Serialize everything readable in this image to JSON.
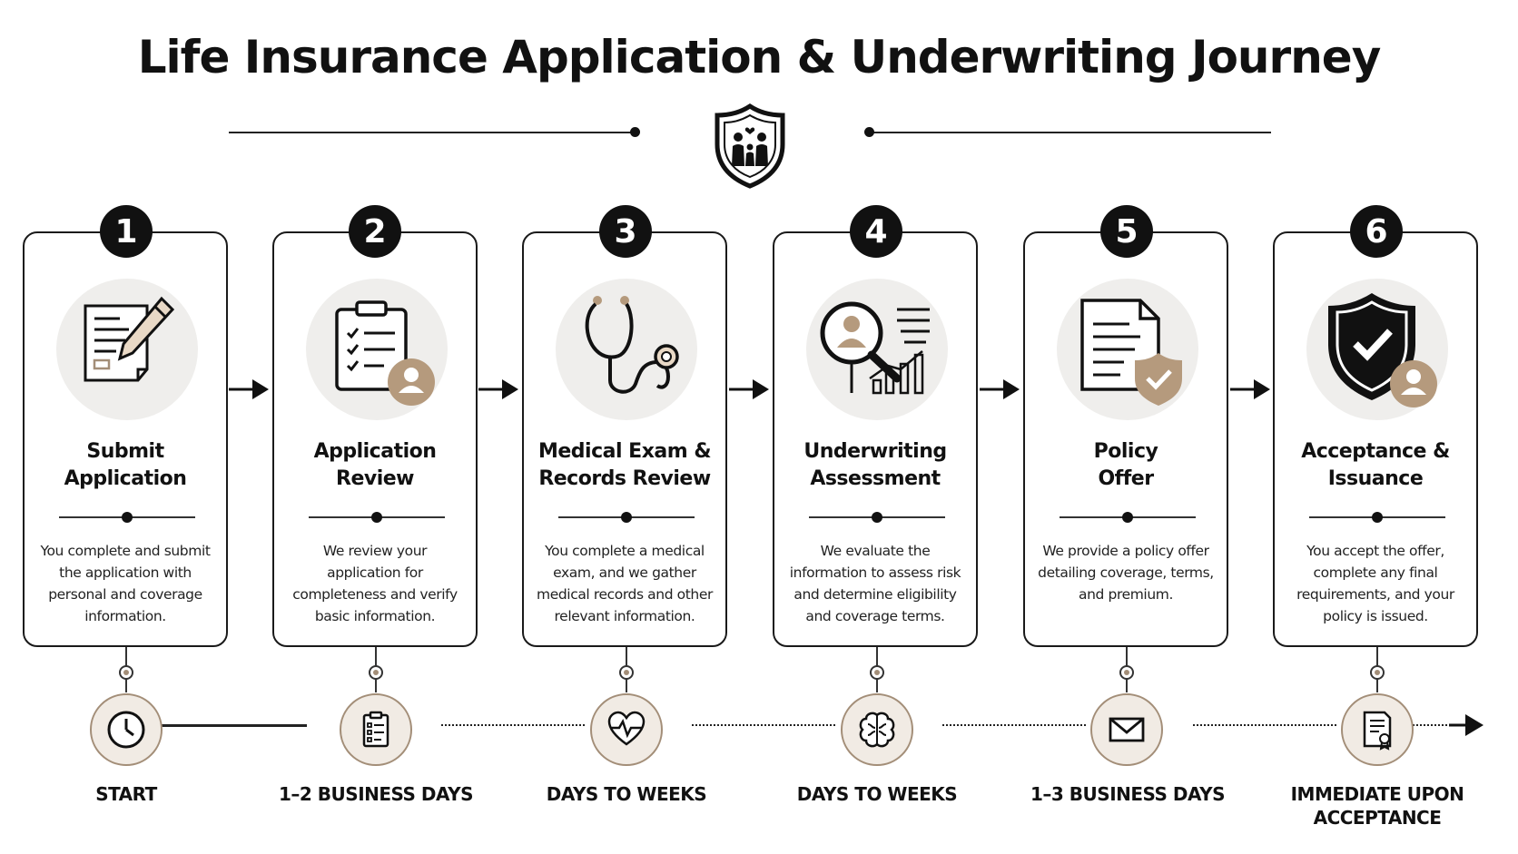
{
  "title": "Life Insurance Application & Underwriting Journey",
  "colors": {
    "ink": "#111111",
    "accent": "#a38e78",
    "icon_bg": "#efeeec",
    "timeline_bg": "#f1ebe4"
  },
  "header_icon": "family-shield-icon",
  "steps": [
    {
      "number": "1",
      "title_line1": "Submit",
      "title_line2": "Application",
      "description": "You complete and submit the application with personal and coverage information.",
      "icon": "application-form-pen-icon",
      "timeline_icon": "clock-icon",
      "timeline_label": "START"
    },
    {
      "number": "2",
      "title_line1": "Application",
      "title_line2": "Review",
      "description": "We review your application for completeness and verify basic information.",
      "icon": "clipboard-checklist-user-icon",
      "timeline_icon": "clipboard-icon",
      "timeline_label": "1–2 BUSINESS DAYS"
    },
    {
      "number": "3",
      "title_line1": "Medical Exam &",
      "title_line2": "Records Review",
      "description": "You complete a medical exam, and we gather medical records and other relevant information.",
      "icon": "stethoscope-icon",
      "timeline_icon": "heartbeat-icon",
      "timeline_label": "DAYS TO WEEKS"
    },
    {
      "number": "4",
      "title_line1": "Underwriting",
      "title_line2": "Assessment",
      "description": "We evaluate the information to assess risk and determine eligibility and coverage terms.",
      "icon": "magnifier-analytics-icon",
      "timeline_icon": "brain-icon",
      "timeline_label": "DAYS TO WEEKS"
    },
    {
      "number": "5",
      "title_line1": "Policy",
      "title_line2": "Offer",
      "description": "We provide a policy offer detailing coverage, terms, and premium.",
      "icon": "document-shield-icon",
      "timeline_icon": "envelope-icon",
      "timeline_label": "1–3 BUSINESS DAYS"
    },
    {
      "number": "6",
      "title_line1": "Acceptance &",
      "title_line2": "Issuance",
      "description": "You accept the offer, complete any final requirements, and your policy is issued.",
      "icon": "shield-check-user-icon",
      "timeline_icon": "certificate-icon",
      "timeline_label_line1": "IMMEDIATE UPON",
      "timeline_label_line2": "ACCEPTANCE"
    }
  ]
}
